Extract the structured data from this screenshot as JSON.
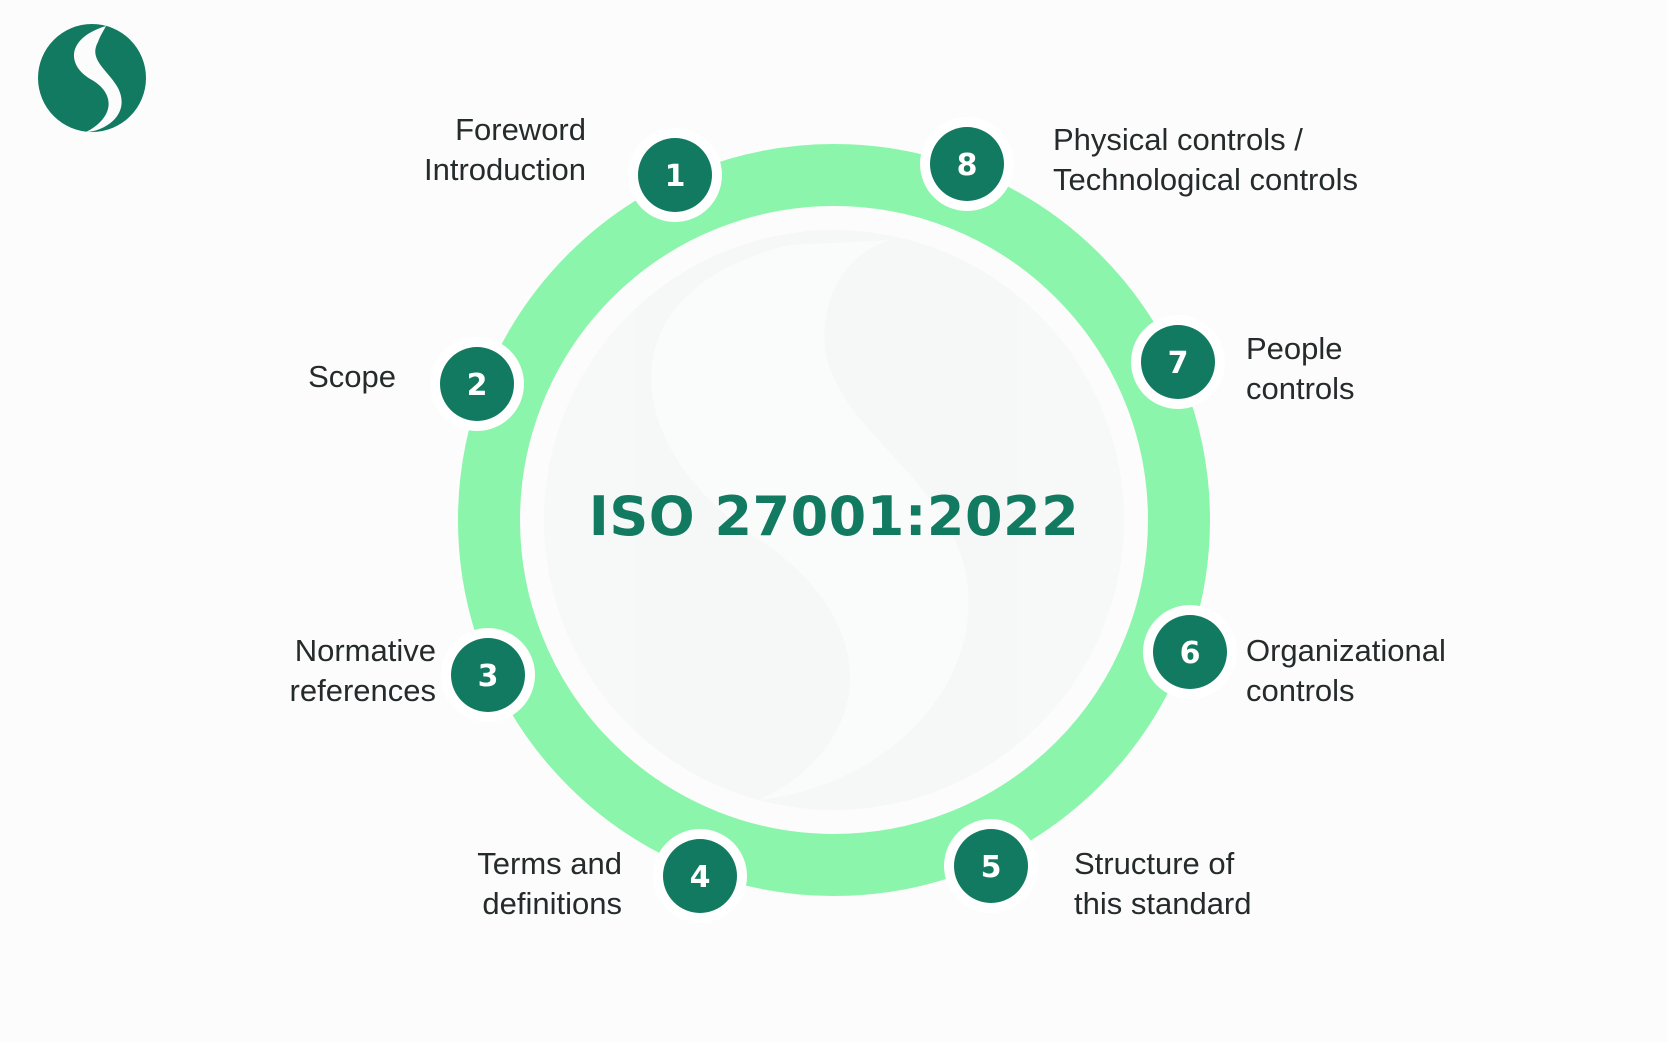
{
  "diagram": {
    "center_title": "ISO 27001:2022",
    "colors": {
      "ring": "#8bf5ab",
      "node": "#127a61",
      "node_text": "#ffffff",
      "label_text": "#252b2b",
      "background": "#fcfcfc"
    },
    "logo_icon": "s-monogram-icon",
    "items": [
      {
        "number": "1",
        "lines": [
          "Foreword",
          "Introduction"
        ]
      },
      {
        "number": "2",
        "lines": [
          "Scope"
        ]
      },
      {
        "number": "3",
        "lines": [
          "Normative",
          "references"
        ]
      },
      {
        "number": "4",
        "lines": [
          "Terms and",
          "definitions"
        ]
      },
      {
        "number": "5",
        "lines": [
          "Structure of",
          "this standard"
        ]
      },
      {
        "number": "6",
        "lines": [
          "Organizational",
          "controls"
        ]
      },
      {
        "number": "7",
        "lines": [
          "People",
          "controls"
        ]
      },
      {
        "number": "8",
        "lines": [
          "Physical controls /",
          "Technological controls"
        ]
      }
    ]
  }
}
